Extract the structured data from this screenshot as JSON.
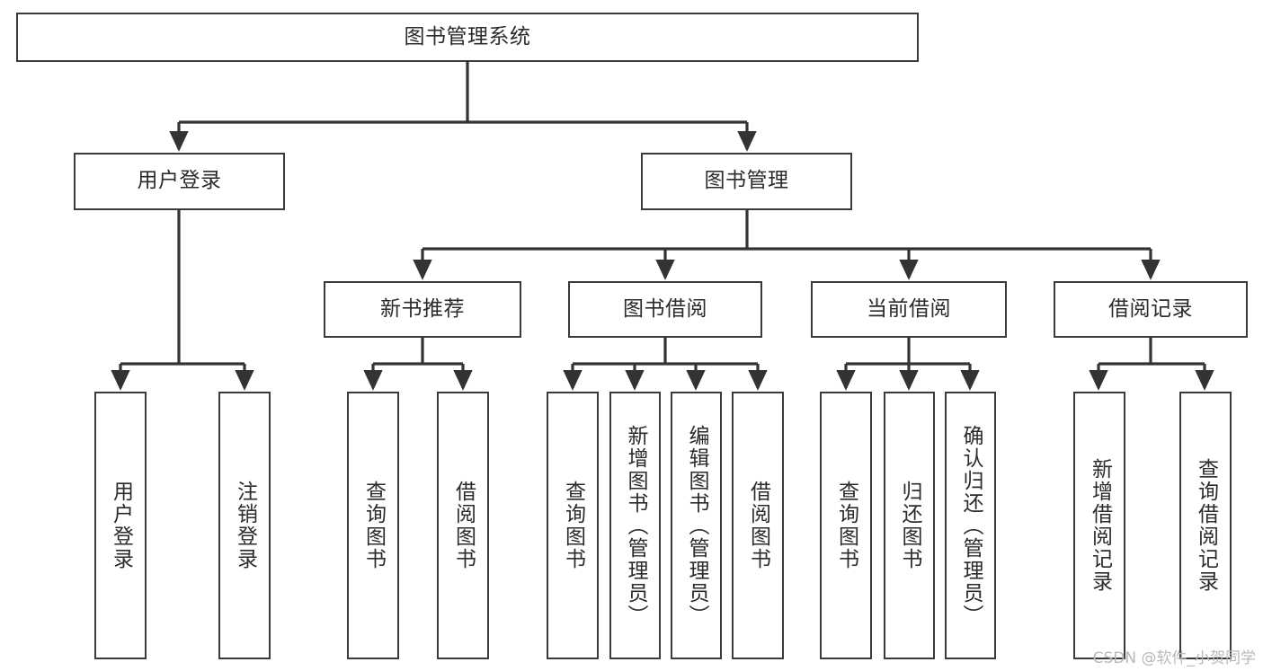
{
  "diagram": {
    "type": "tree",
    "title": "图书管理系统",
    "orientation": "top-down",
    "colors": {
      "background": "#ffffff",
      "box_border": "#3a3a3a",
      "box_fill": "#ffffff",
      "text": "#2b2b2b",
      "connector": "#333333",
      "watermark": "#b9b9b9"
    },
    "watermark": "CSDN @软件_小贺同学",
    "nodes": {
      "root": {
        "label": "图书管理系统"
      },
      "level2": [
        {
          "label": "用户登录"
        },
        {
          "label": "图书管理"
        }
      ],
      "level3": [
        {
          "label": "新书推荐"
        },
        {
          "label": "图书借阅"
        },
        {
          "label": "当前借阅"
        },
        {
          "label": "借阅记录"
        }
      ],
      "leaves": [
        {
          "label": "用户登录",
          "parent": "用户登录"
        },
        {
          "label": "注销登录",
          "parent": "用户登录"
        },
        {
          "label": "查询图书",
          "parent": "新书推荐"
        },
        {
          "label": "借阅图书",
          "parent": "新书推荐"
        },
        {
          "label": "查询图书",
          "parent": "图书借阅"
        },
        {
          "label": "新增图书（管理员）",
          "parent": "图书借阅"
        },
        {
          "label": "编辑图书（管理员）",
          "parent": "图书借阅"
        },
        {
          "label": "借阅图书",
          "parent": "图书借阅"
        },
        {
          "label": "查询图书",
          "parent": "当前借阅"
        },
        {
          "label": "归还图书",
          "parent": "当前借阅"
        },
        {
          "label": "确认归还（管理员）",
          "parent": "当前借阅"
        },
        {
          "label": "新增借阅记录",
          "parent": "借阅记录"
        },
        {
          "label": "查询借阅记录",
          "parent": "借阅记录"
        }
      ]
    }
  }
}
